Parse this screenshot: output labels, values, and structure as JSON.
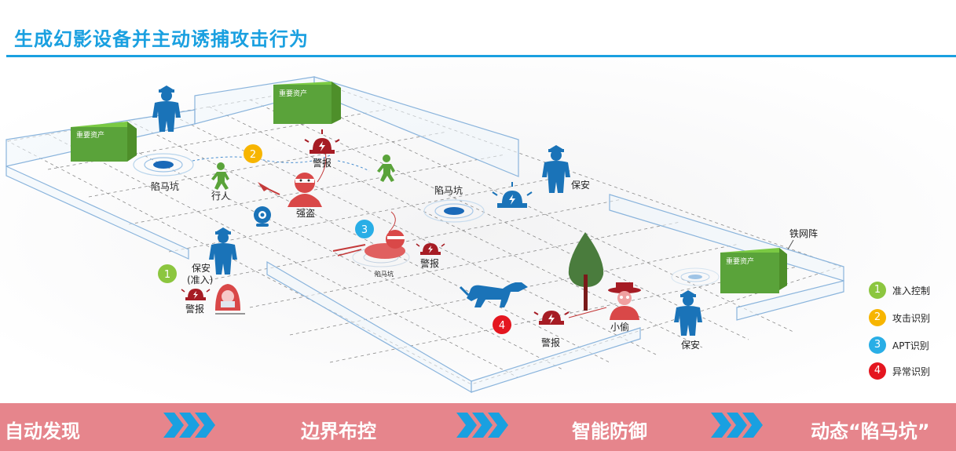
{
  "title": "生成幻影设备并主动诱捕攻击行为",
  "labels": {
    "asset": "重要资产",
    "trap": "陷马坑",
    "pedestrian": "行人",
    "robber": "强盗",
    "alarm": "警报",
    "guard": "保安",
    "guard_admit": "保安",
    "admit_paren": "(准入)",
    "thief": "小偷",
    "fence": "铁网阵"
  },
  "numbers": [
    "1",
    "2",
    "3",
    "4"
  ],
  "legend": [
    {
      "num": "1",
      "label": "准入控制",
      "color": "#8cc63f"
    },
    {
      "num": "2",
      "label": "攻击识别",
      "color": "#f7b500"
    },
    {
      "num": "3",
      "label": "APT识别",
      "color": "#29aee6"
    },
    {
      "num": "4",
      "label": "异常识别",
      "color": "#e4161f"
    }
  ],
  "band": [
    "自动发现",
    "边界布控",
    "智能防御",
    "动态“陷马坑”"
  ]
}
